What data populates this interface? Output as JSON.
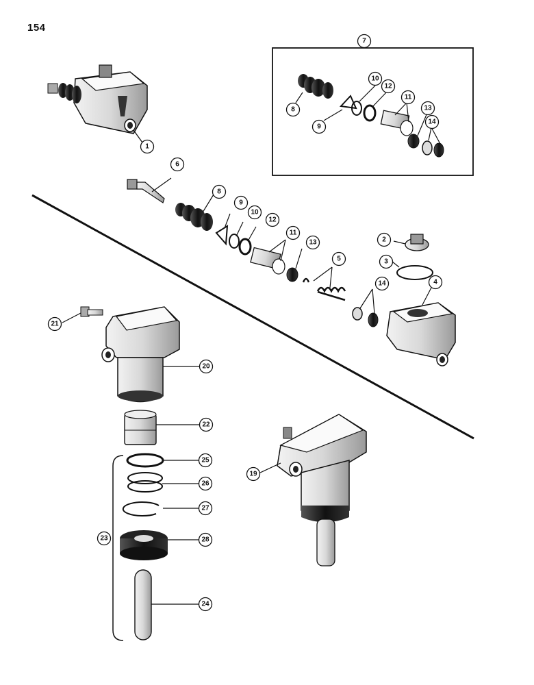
{
  "page_number": "154",
  "callouts": {
    "c1": "1",
    "c2": "2",
    "c3": "3",
    "c4": "4",
    "c5": "5",
    "c6": "6",
    "c7": "7",
    "c8a": "8",
    "c8b": "8",
    "c9a": "9",
    "c9b": "9",
    "c10a": "10",
    "c10b": "10",
    "c11a": "11",
    "c11b": "11",
    "c12a": "12",
    "c12b": "12",
    "c13a": "13",
    "c13b": "13",
    "c14a": "14",
    "c14b": "14",
    "c19": "19",
    "c20": "20",
    "c21": "21",
    "c22": "22",
    "c23": "23",
    "c24": "24",
    "c25": "25",
    "c26": "26",
    "c27": "27",
    "c28": "28"
  }
}
